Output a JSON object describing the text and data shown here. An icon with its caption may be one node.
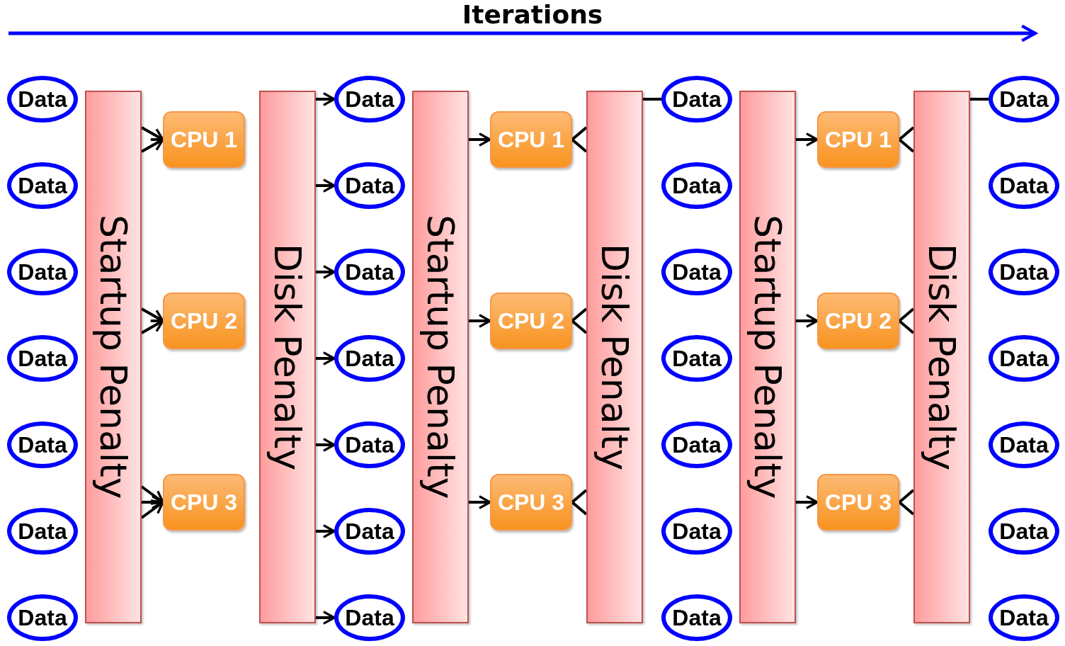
{
  "diagram": {
    "nodes": [
      {
        "text": [
          "Data"
        ]
      },
      {
        "text": [
          "Data"
        ]
      },
      {
        "text": [
          "Data"
        ]
      },
      {
        "text": [
          "Data"
        ]
      },
      {
        "text": [
          "Data"
        ]
      },
      {
        "text": [
          "Data"
        ]
      },
      {
        "text": [
          "Data"
        ]
      },
      {
        "text": [
          "Startup Penalty"
        ]
      },
      {
        "text": [
          "CPU 1"
        ]
      },
      {
        "text": [
          "CPU 2"
        ]
      },
      {
        "text": [
          "CPU 3"
        ]
      },
      {
        "text": [
          "Disk Penalty"
        ]
      },
      {
        "text": [
          "Data"
        ]
      },
      {
        "text": [
          "Data"
        ]
      },
      {
        "text": [
          "Data"
        ]
      },
      {
        "text": [
          "Data"
        ]
      },
      {
        "text": [
          "Data"
        ]
      },
      {
        "text": [
          "Data"
        ]
      },
      {
        "text": [
          "Data"
        ]
      },
      {
        "text": [
          "Startup Penalty"
        ]
      },
      {
        "text": [
          "CPU 1"
        ]
      },
      {
        "text": [
          "CPU 2"
        ]
      },
      {
        "text": [
          "CPU 3"
        ]
      },
      {
        "text": [
          "Disk Penalty"
        ]
      },
      {
        "text": [
          "Data"
        ]
      },
      {
        "text": [
          "Data"
        ]
      },
      {
        "text": [
          "Data"
        ]
      },
      {
        "text": [
          "Data"
        ]
      },
      {
        "text": [
          "Data"
        ]
      },
      {
        "text": [
          "Data"
        ]
      },
      {
        "text": [
          "Data"
        ]
      },
      {
        "text": [
          "Startup Penalty"
        ]
      },
      {
        "text": [
          "CPU 1"
        ]
      },
      {
        "text": [
          "CPU 2"
        ]
      },
      {
        "text": [
          "CPU 3"
        ]
      },
      {
        "text": [
          "Disk Penalty"
        ]
      },
      {
        "text": [
          "Data"
        ]
      },
      {
        "text": [
          "Data"
        ]
      },
      {
        "text": [
          "Data"
        ]
      },
      {
        "text": [
          "Data"
        ]
      },
      {
        "text": [
          "Data"
        ]
      },
      {
        "text": [
          "Data"
        ]
      },
      {
        "text": [
          "Data"
        ]
      }
    ],
    "edges": [
      {
        "from": 7,
        "to": 8,
        "arrow": "to"
      },
      {
        "from": 7,
        "to": 8,
        "arrow": "to"
      },
      {
        "from": 7,
        "to": 9,
        "arrow": "to"
      },
      {
        "from": 7,
        "to": 9,
        "arrow": "to"
      },
      {
        "from": 7,
        "to": 10,
        "arrow": "to"
      },
      {
        "from": 7,
        "to": 10,
        "arrow": "to"
      },
      {
        "from": 7,
        "to": 10,
        "arrow": "to"
      },
      {
        "from": 11,
        "to": 12,
        "arrow": "to"
      },
      {
        "from": 11,
        "to": 13,
        "arrow": "to"
      },
      {
        "from": 11,
        "to": 14,
        "arrow": "to"
      },
      {
        "from": 11,
        "to": 15,
        "arrow": "to"
      },
      {
        "from": 11,
        "to": 16,
        "arrow": "to"
      },
      {
        "from": 11,
        "to": 17,
        "arrow": "to"
      },
      {
        "from": 11,
        "to": 18,
        "arrow": "to"
      },
      {
        "from": 19,
        "to": 20,
        "arrow": "to"
      },
      {
        "from": 19,
        "to": 21,
        "arrow": "to"
      },
      {
        "from": 19,
        "to": 22,
        "arrow": "to"
      },
      {
        "from": 20,
        "to": 23,
        "arrow": "none"
      },
      {
        "from": 20,
        "to": 23,
        "arrow": "none"
      },
      {
        "from": 21,
        "to": 23,
        "arrow": "none"
      },
      {
        "from": 21,
        "to": 23,
        "arrow": "none"
      },
      {
        "from": 22,
        "to": 23,
        "arrow": "none"
      },
      {
        "from": 22,
        "to": 23,
        "arrow": "none"
      },
      {
        "from": 23,
        "to": 24,
        "arrow": "none"
      },
      {
        "from": 31,
        "to": 32,
        "arrow": "to"
      },
      {
        "from": 31,
        "to": 33,
        "arrow": "to"
      },
      {
        "from": 31,
        "to": 34,
        "arrow": "to"
      },
      {
        "from": 32,
        "to": 35,
        "arrow": "none"
      },
      {
        "from": 32,
        "to": 35,
        "arrow": "none"
      },
      {
        "from": 33,
        "to": 35,
        "arrow": "none"
      },
      {
        "from": 33,
        "to": 35,
        "arrow": "none"
      },
      {
        "from": 34,
        "to": 35,
        "arrow": "none"
      },
      {
        "from": 34,
        "to": 35,
        "arrow": "none"
      },
      {
        "from": 35,
        "to": 36,
        "arrow": "none"
      }
    ],
    "labels": [
      "Iterations"
    ]
  }
}
